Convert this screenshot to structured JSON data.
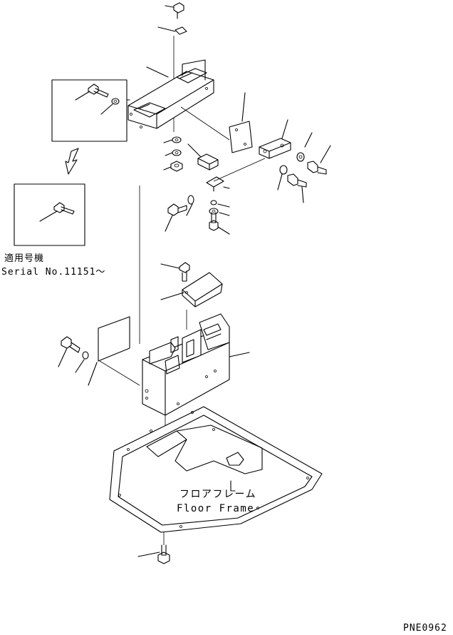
{
  "inset": {
    "applicable_label": "適用号機",
    "serial_label": "Serial No.11151～"
  },
  "floor_frame": {
    "label_ja": "フロアフレーム",
    "label_en": "Floor Frame"
  },
  "drawing_code": "PNE0962"
}
